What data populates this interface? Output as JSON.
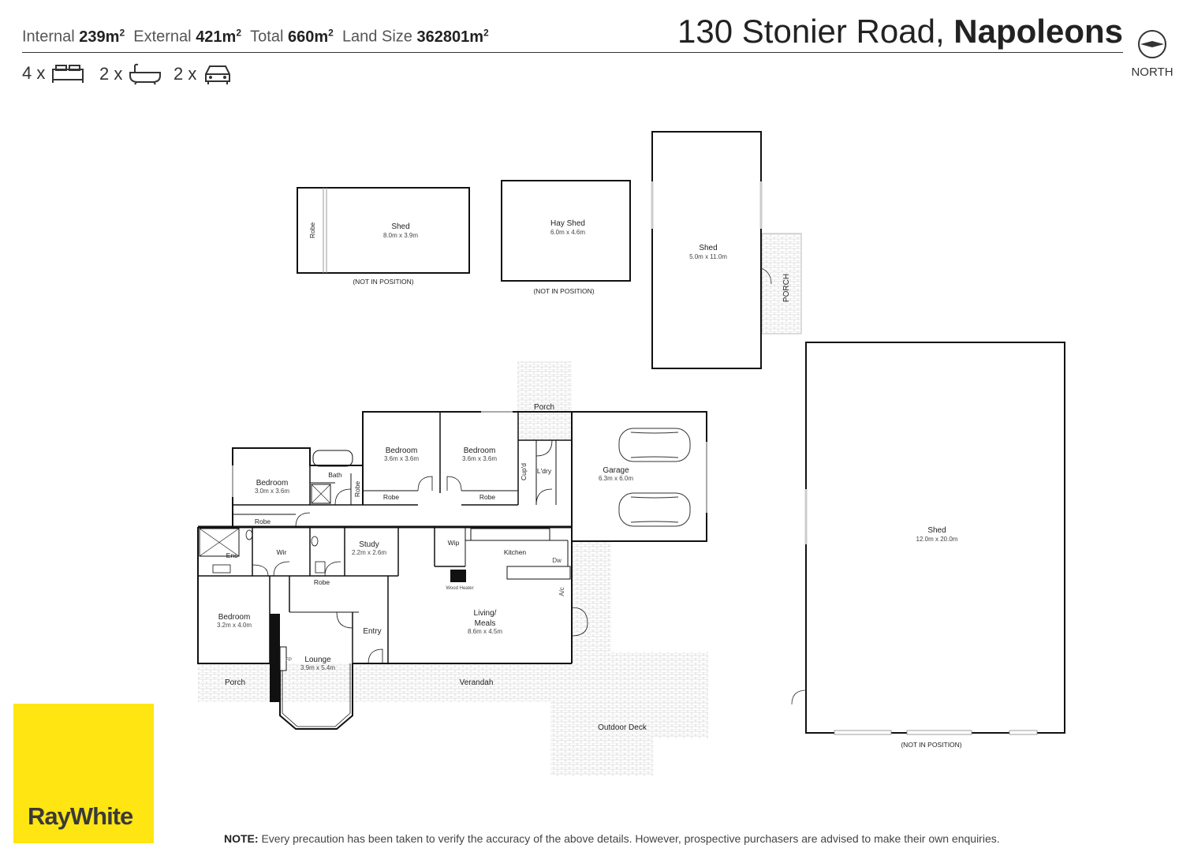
{
  "header": {
    "internal_label": "Internal",
    "internal_value": "239m",
    "external_label": "External",
    "external_value": "421m",
    "total_label": "Total",
    "total_value": "660m",
    "land_label": "Land Size",
    "land_value": "362801m",
    "sq": "2"
  },
  "address": {
    "street": "130 Stonier Road,",
    "suburb": "Napoleons"
  },
  "features": {
    "beds": "4 x",
    "baths": "2 x",
    "cars": "2 x"
  },
  "compass": {
    "label": "NORTH"
  },
  "brand": {
    "name": "RayWhite",
    "color": "#ffe512"
  },
  "note": {
    "label": "NOTE:",
    "text": "Every precaution has been taken to verify the accuracy of the above details. However, prospective purchasers are advised to make their own enquiries."
  },
  "plan": {
    "shed1_name": "Shed",
    "shed1_size": "8.0m x 3.9m",
    "shed1_robe": "Robe",
    "not_in_position": "(NOT IN POSITION)",
    "hayshed_name": "Hay Shed",
    "hayshed_size": "6.0m x 4.6m",
    "shed2_name": "Shed",
    "shed2_size": "5.0m x 11.0m",
    "porch_vertical": "PORCH",
    "shed3_name": "Shed",
    "shed3_size": "12.0m x 20.0m",
    "porch": "Porch",
    "bed_a": "Bedroom",
    "bed_a_size": "3.6m x 3.6m",
    "bed_b": "Bedroom",
    "bed_b_size": "3.6m x 3.6m",
    "bed_c": "Bedroom",
    "bed_c_size": "3.0m x 3.6m",
    "bed_d": "Bedroom",
    "bed_d_size": "3.2m x 4.0m",
    "bath": "Bath",
    "robe": "Robe",
    "cupd": "Cup'd",
    "ldry": "L'dry",
    "garage": "Garage",
    "garage_size": "6.3m x 6.0m",
    "ens": "Ens",
    "wir": "Wir",
    "study": "Study",
    "study_size": "2.2m x 2.6m",
    "wip": "Wip",
    "kitchen": "Kitchen",
    "dw": "Dw",
    "wood_heater": "Wood Heater",
    "ac": "A/c",
    "living1": "Living/",
    "living2": "Meals",
    "living_size": "8.6m x 4.5m",
    "entry": "Entry",
    "lounge": "Lounge",
    "lounge_size": "3.9m x 5.4m",
    "fp": "FP",
    "verandah": "Verandah",
    "deck": "Outdoor Deck"
  }
}
